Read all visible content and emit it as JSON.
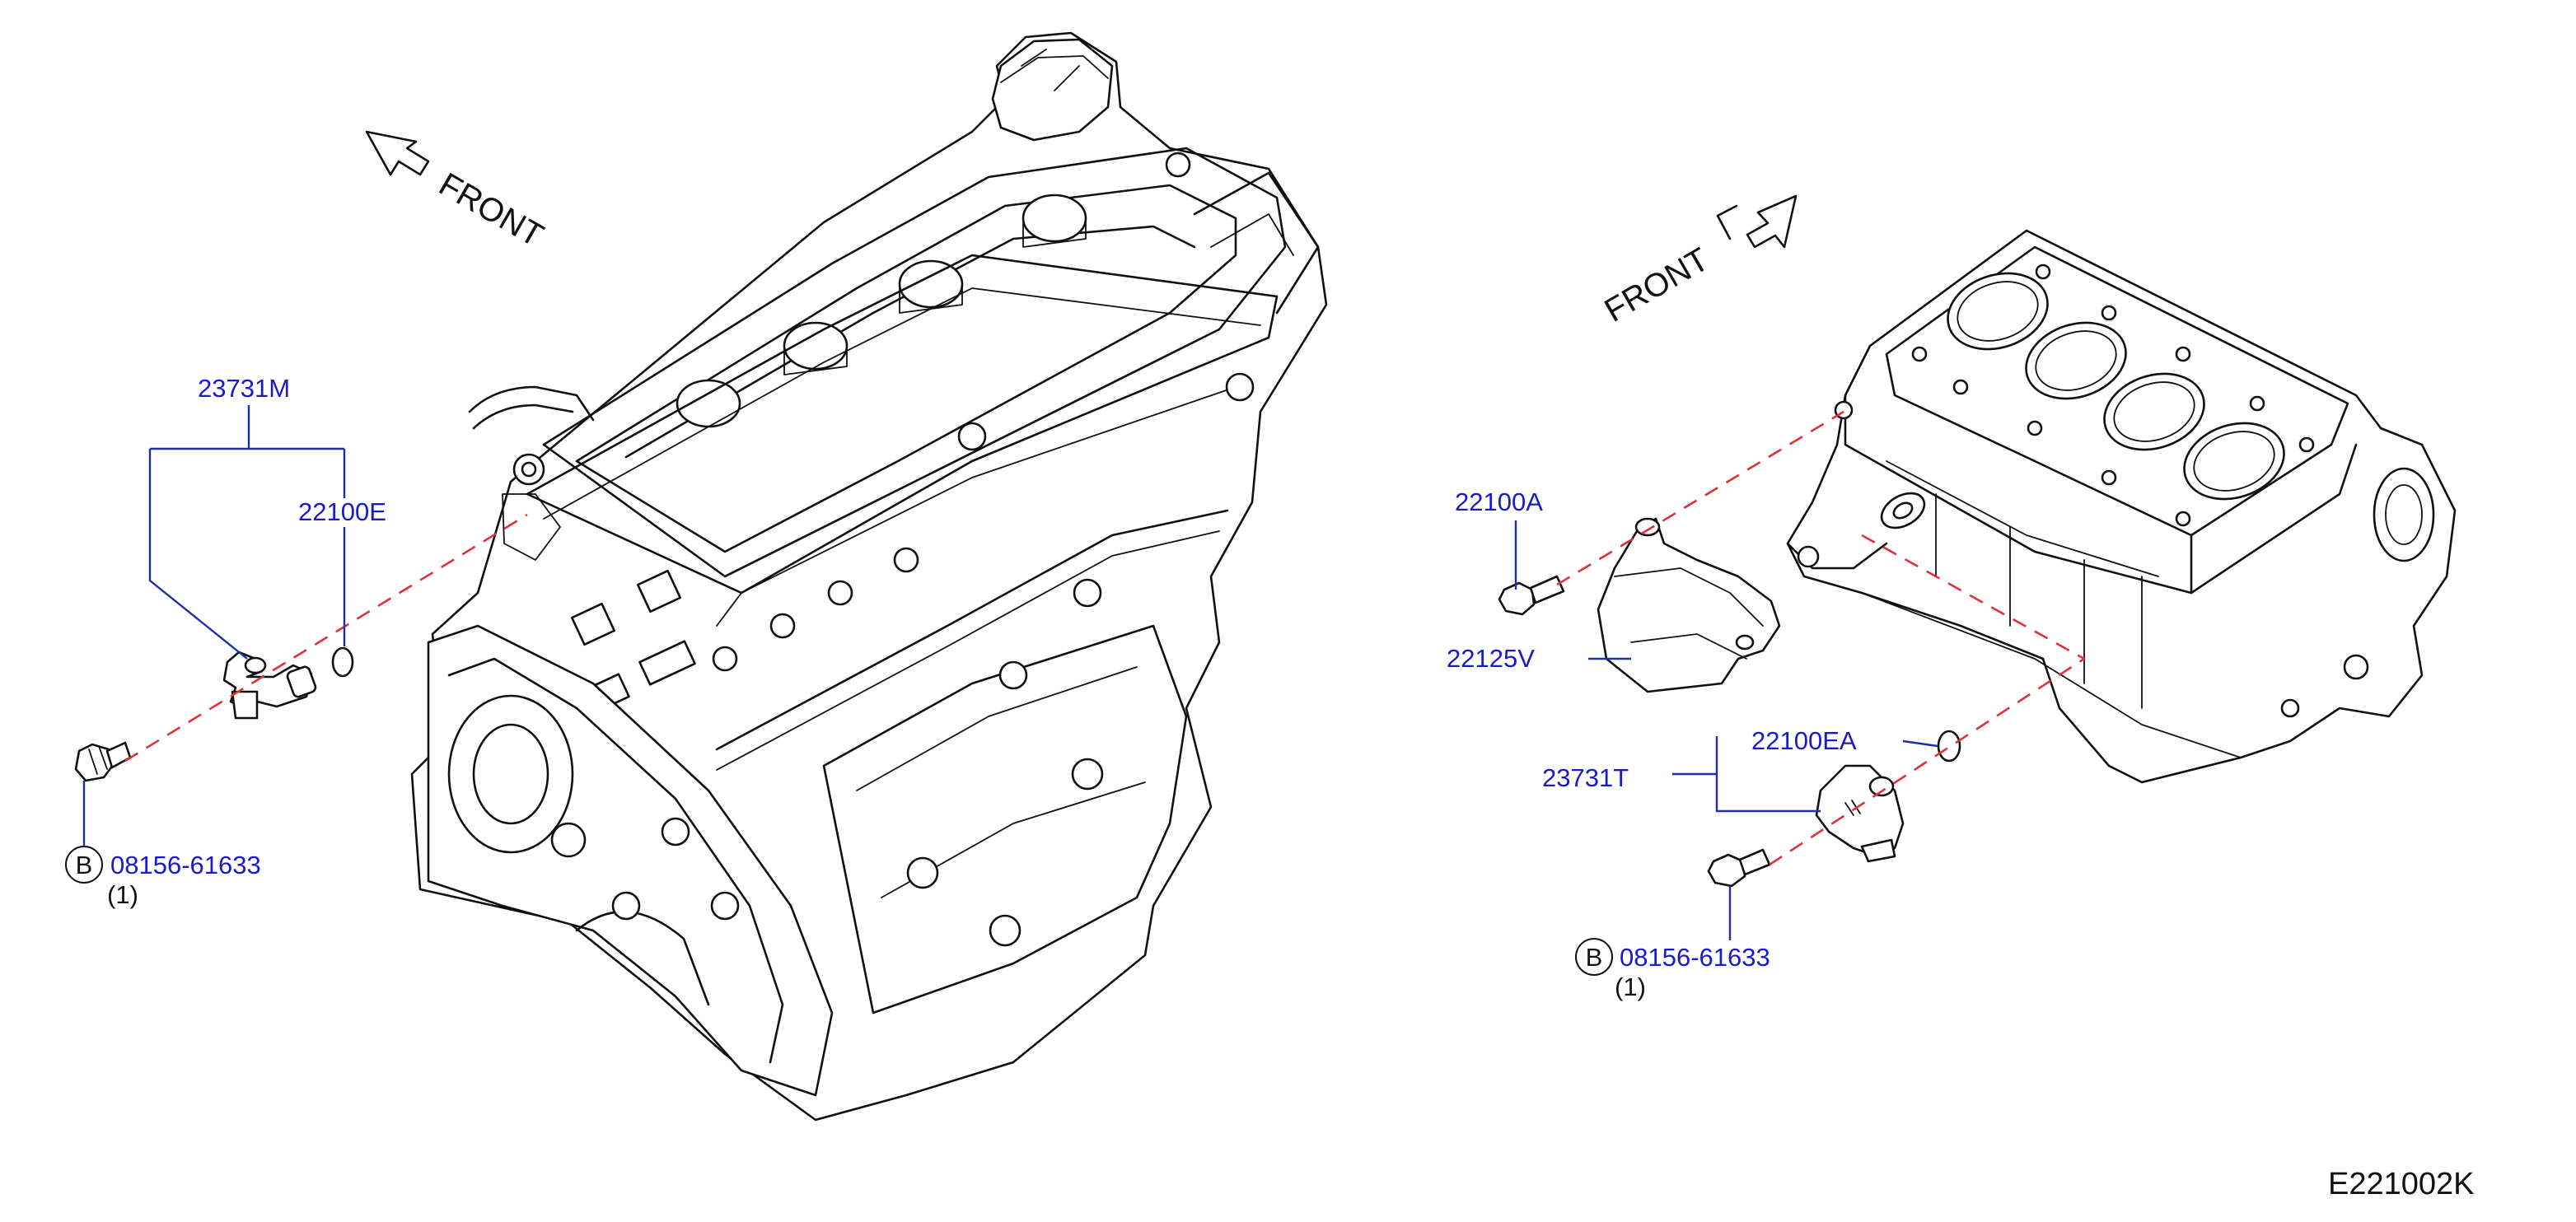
{
  "left_group": {
    "front_label": "FRONT",
    "sensor_part": "23731M",
    "oring_part": "22100E",
    "bolt_symbol": "B",
    "bolt_part": "08156-61633",
    "bolt_qty": "(1)"
  },
  "right_group": {
    "front_label": "FRONT",
    "bolt_part_a": "22100A",
    "bracket_part": "22125V",
    "oring_part": "22100EA",
    "sensor_part": "23731T",
    "bolt_symbol": "B",
    "bolt_part": "08156-61633",
    "bolt_qty": "(1)"
  },
  "diagram_code": "E221002K",
  "colors": {
    "part_number": "#1a1acc",
    "leader": "#1f2fa8",
    "install_line": "#e0303a",
    "outline": "#111111"
  }
}
